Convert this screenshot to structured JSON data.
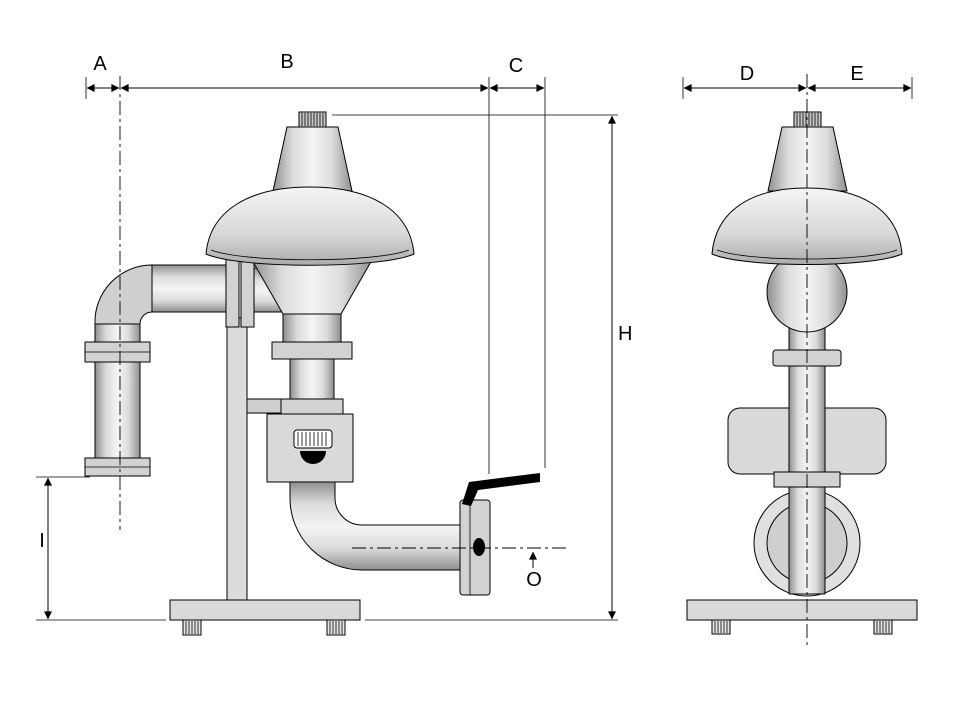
{
  "dimension_labels": {
    "a": "A",
    "b": "B",
    "c": "C",
    "d": "D",
    "e": "E",
    "h": "H",
    "i": "I",
    "o": "O"
  },
  "colors": {
    "line": "#000000",
    "background": "#ffffff",
    "metal_light": "#f2f2f2",
    "metal_mid": "#d4d4d4",
    "metal_dark": "#8f8f8f",
    "handle": "#000000"
  }
}
